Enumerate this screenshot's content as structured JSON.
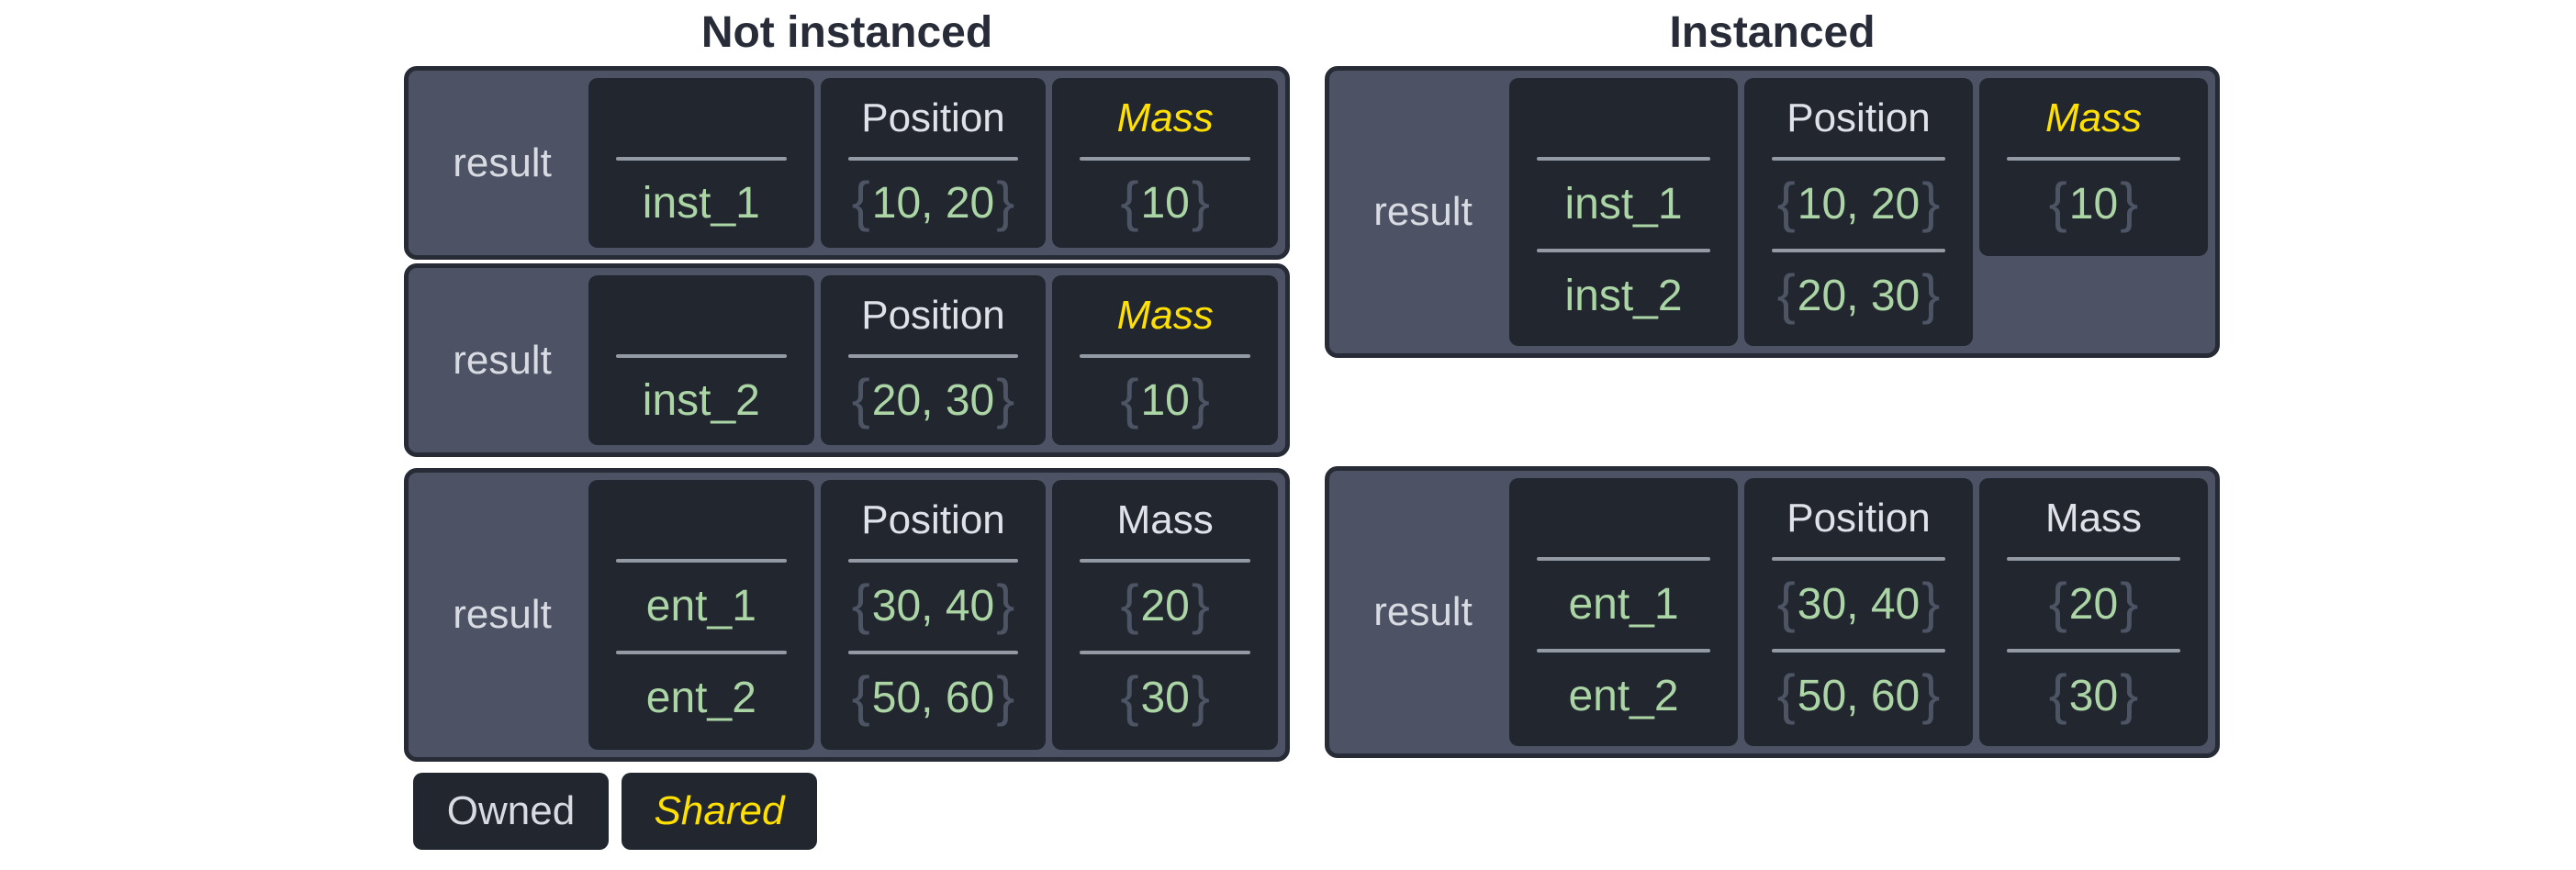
{
  "page": {
    "background": "#ffffff"
  },
  "colors": {
    "title_text": "#282c38",
    "box_background": "#4d5364",
    "box_border": "#272b36",
    "cell_background": "#22262f",
    "owned_text": "#dfe2e8",
    "shared_text": "#ffe000",
    "value_green": "#abd5a5",
    "brace_gray": "#4d5565",
    "divider_gray": "#949aa4",
    "result_text": "#d8dbe2"
  },
  "legend": {
    "owned": "Owned",
    "shared": "Shared"
  },
  "sections": [
    {
      "title": "Not instanced",
      "boxes": [
        {
          "label": "result",
          "columns": [
            {
              "header": "",
              "shared": false,
              "values": [
                {
                  "open": "",
                  "text": "inst_1",
                  "close": ""
                }
              ]
            },
            {
              "header": "Position",
              "shared": false,
              "values": [
                {
                  "open": "{",
                  "text": "10, 20",
                  "close": "}"
                }
              ]
            },
            {
              "header": "Mass",
              "shared": true,
              "values": [
                {
                  "open": "{",
                  "text": "10",
                  "close": "}"
                }
              ]
            }
          ]
        },
        {
          "label": "result",
          "columns": [
            {
              "header": "",
              "shared": false,
              "values": [
                {
                  "open": "",
                  "text": "inst_2",
                  "close": ""
                }
              ]
            },
            {
              "header": "Position",
              "shared": false,
              "values": [
                {
                  "open": "{",
                  "text": "20, 30",
                  "close": "}"
                }
              ]
            },
            {
              "header": "Mass",
              "shared": true,
              "values": [
                {
                  "open": "{",
                  "text": "10",
                  "close": "}"
                }
              ]
            }
          ]
        },
        {
          "label": "result",
          "columns": [
            {
              "header": "",
              "shared": false,
              "values": [
                {
                  "open": "",
                  "text": "ent_1",
                  "close": ""
                },
                {
                  "open": "",
                  "text": "ent_2",
                  "close": ""
                }
              ]
            },
            {
              "header": "Position",
              "shared": false,
              "values": [
                {
                  "open": "{",
                  "text": "30, 40",
                  "close": "}"
                },
                {
                  "open": "{",
                  "text": "50, 60",
                  "close": "}"
                }
              ]
            },
            {
              "header": "Mass",
              "shared": false,
              "values": [
                {
                  "open": "{",
                  "text": "20",
                  "close": "}"
                },
                {
                  "open": "{",
                  "text": "30",
                  "close": "}"
                }
              ]
            }
          ]
        }
      ]
    },
    {
      "title": "Instanced",
      "boxes": [
        {
          "label": "result",
          "columns": [
            {
              "header": "",
              "shared": false,
              "values": [
                {
                  "open": "",
                  "text": "inst_1",
                  "close": ""
                },
                {
                  "open": "",
                  "text": "inst_2",
                  "close": ""
                }
              ]
            },
            {
              "header": "Position",
              "shared": false,
              "values": [
                {
                  "open": "{",
                  "text": "10, 20",
                  "close": "}"
                },
                {
                  "open": "{",
                  "text": "20, 30",
                  "close": "}"
                }
              ]
            },
            {
              "header": "Mass",
              "shared": true,
              "values": [
                {
                  "open": "{",
                  "text": "10",
                  "close": "}"
                }
              ]
            }
          ]
        },
        {
          "label": "result",
          "columns": [
            {
              "header": "",
              "shared": false,
              "values": [
                {
                  "open": "",
                  "text": "ent_1",
                  "close": ""
                },
                {
                  "open": "",
                  "text": "ent_2",
                  "close": ""
                }
              ]
            },
            {
              "header": "Position",
              "shared": false,
              "values": [
                {
                  "open": "{",
                  "text": "30, 40",
                  "close": "}"
                },
                {
                  "open": "{",
                  "text": "50, 60",
                  "close": "}"
                }
              ]
            },
            {
              "header": "Mass",
              "shared": false,
              "values": [
                {
                  "open": "{",
                  "text": "20",
                  "close": "}"
                },
                {
                  "open": "{",
                  "text": "30",
                  "close": "}"
                }
              ]
            }
          ]
        }
      ]
    }
  ]
}
